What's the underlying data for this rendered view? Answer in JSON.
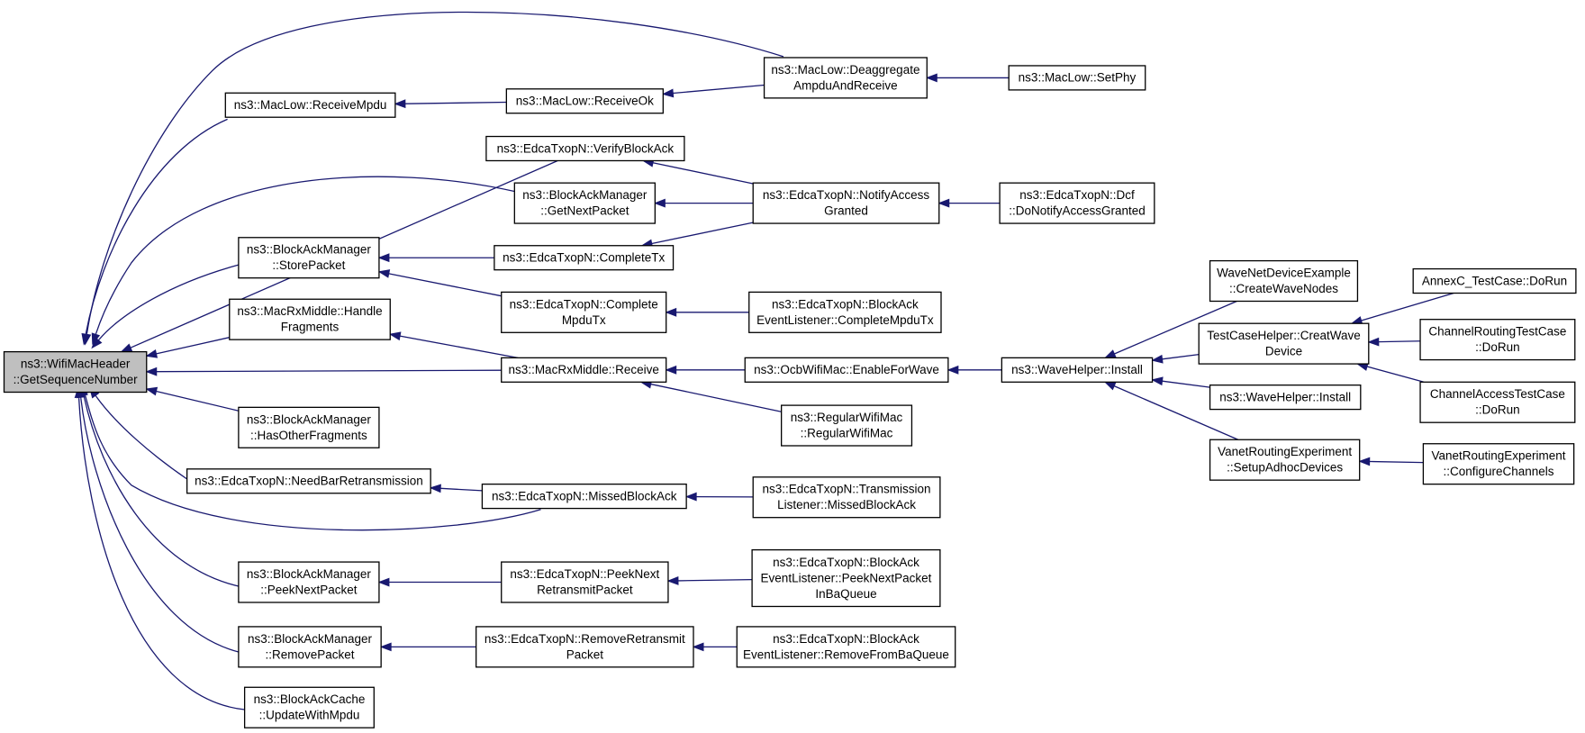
{
  "diagram": {
    "title": "",
    "colors": {
      "edge": "#191970",
      "root_fill": "#bfbfbf",
      "node_fill": "#ffffff",
      "border": "#000000"
    },
    "nodes": [
      {
        "id": "root",
        "lines": [
          "ns3::WifiMacHeader",
          "::GetSequenceNumber"
        ],
        "root": true
      },
      {
        "id": "receiveMpdu",
        "lines": [
          "ns3::MacLow::ReceiveMpdu"
        ]
      },
      {
        "id": "receiveOk",
        "lines": [
          "ns3::MacLow::ReceiveOk"
        ]
      },
      {
        "id": "deaggregate",
        "lines": [
          "ns3::MacLow::Deaggregate",
          "AmpduAndReceive"
        ]
      },
      {
        "id": "setPhy",
        "lines": [
          "ns3::MacLow::SetPhy"
        ]
      },
      {
        "id": "verifyBlockAck",
        "lines": [
          "ns3::EdcaTxopN::VerifyBlockAck"
        ]
      },
      {
        "id": "getNextPacket",
        "lines": [
          "ns3::BlockAckManager",
          "::GetNextPacket"
        ]
      },
      {
        "id": "notifyAccess",
        "lines": [
          "ns3::EdcaTxopN::NotifyAccess",
          "Granted"
        ]
      },
      {
        "id": "dcfNotify",
        "lines": [
          "ns3::EdcaTxopN::Dcf",
          "::DoNotifyAccessGranted"
        ]
      },
      {
        "id": "storePacket",
        "lines": [
          "ns3::BlockAckManager",
          "::StorePacket"
        ]
      },
      {
        "id": "completeTx",
        "lines": [
          "ns3::EdcaTxopN::CompleteTx"
        ]
      },
      {
        "id": "completeMpduTx",
        "lines": [
          "ns3::EdcaTxopN::Complete",
          "MpduTx"
        ]
      },
      {
        "id": "listenerCompleteMpdu",
        "lines": [
          "ns3::EdcaTxopN::BlockAck",
          "EventListener::CompleteMpduTx"
        ]
      },
      {
        "id": "handleFragments",
        "lines": [
          "ns3::MacRxMiddle::Handle",
          "Fragments"
        ]
      },
      {
        "id": "macRxReceive",
        "lines": [
          "ns3::MacRxMiddle::Receive"
        ]
      },
      {
        "id": "enableForWave",
        "lines": [
          "ns3::OcbWifiMac::EnableForWave"
        ]
      },
      {
        "id": "regularWifiMac",
        "lines": [
          "ns3::RegularWifiMac",
          "::RegularWifiMac"
        ]
      },
      {
        "id": "waveInstall",
        "lines": [
          "ns3::WaveHelper::Install"
        ]
      },
      {
        "id": "createWaveNodes",
        "lines": [
          "WaveNetDeviceExample",
          "::CreateWaveNodes"
        ]
      },
      {
        "id": "creatWaveDevice",
        "lines": [
          "TestCaseHelper::CreatWave",
          "Device"
        ]
      },
      {
        "id": "waveInstall2",
        "lines": [
          "ns3::WaveHelper::Install"
        ]
      },
      {
        "id": "setupAdhoc",
        "lines": [
          "VanetRoutingExperiment",
          "::SetupAdhocDevices"
        ]
      },
      {
        "id": "annexC",
        "lines": [
          "AnnexC_TestCase::DoRun"
        ]
      },
      {
        "id": "channelRouting",
        "lines": [
          "ChannelRoutingTestCase",
          "::DoRun"
        ]
      },
      {
        "id": "channelAccess",
        "lines": [
          "ChannelAccessTestCase",
          "::DoRun"
        ]
      },
      {
        "id": "configureChannels",
        "lines": [
          "VanetRoutingExperiment",
          "::ConfigureChannels"
        ]
      },
      {
        "id": "hasOtherFragments",
        "lines": [
          "ns3::BlockAckManager",
          "::HasOtherFragments"
        ]
      },
      {
        "id": "needBar",
        "lines": [
          "ns3::EdcaTxopN::NeedBarRetransmission"
        ]
      },
      {
        "id": "missedBlockAck",
        "lines": [
          "ns3::EdcaTxopN::MissedBlockAck"
        ]
      },
      {
        "id": "listenerMissed",
        "lines": [
          "ns3::EdcaTxopN::Transmission",
          "Listener::MissedBlockAck"
        ]
      },
      {
        "id": "peekNextPacket",
        "lines": [
          "ns3::BlockAckManager",
          "::PeekNextPacket"
        ]
      },
      {
        "id": "peekNextRetransmit",
        "lines": [
          "ns3::EdcaTxopN::PeekNext",
          "RetransmitPacket"
        ]
      },
      {
        "id": "listenerPeek",
        "lines": [
          "ns3::EdcaTxopN::BlockAck",
          "EventListener::PeekNextPacket",
          "InBaQueue"
        ]
      },
      {
        "id": "removePacket",
        "lines": [
          "ns3::BlockAckManager",
          "::RemovePacket"
        ]
      },
      {
        "id": "removeRetransmit",
        "lines": [
          "ns3::EdcaTxopN::RemoveRetransmit",
          "Packet"
        ]
      },
      {
        "id": "listenerRemove",
        "lines": [
          "ns3::EdcaTxopN::BlockAck",
          "EventListener::RemoveFromBaQueue"
        ]
      },
      {
        "id": "updateWithMpdu",
        "lines": [
          "ns3::BlockAckCache",
          "::UpdateWithMpdu"
        ]
      }
    ],
    "edges": [
      {
        "from": "deaggregate",
        "to": "root"
      },
      {
        "from": "receiveMpdu",
        "to": "root"
      },
      {
        "from": "receiveOk",
        "to": "receiveMpdu"
      },
      {
        "from": "deaggregate",
        "to": "receiveOk"
      },
      {
        "from": "setPhy",
        "to": "deaggregate"
      },
      {
        "from": "verifyBlockAck",
        "to": "root"
      },
      {
        "from": "notifyAccess",
        "to": "verifyBlockAck"
      },
      {
        "from": "getNextPacket",
        "to": "root"
      },
      {
        "from": "notifyAccess",
        "to": "getNextPacket"
      },
      {
        "from": "dcfNotify",
        "to": "notifyAccess"
      },
      {
        "from": "storePacket",
        "to": "root"
      },
      {
        "from": "completeTx",
        "to": "storePacket"
      },
      {
        "from": "notifyAccess",
        "to": "completeTx"
      },
      {
        "from": "completeMpduTx",
        "to": "storePacket"
      },
      {
        "from": "listenerCompleteMpdu",
        "to": "completeMpduTx"
      },
      {
        "from": "handleFragments",
        "to": "root"
      },
      {
        "from": "macRxReceive",
        "to": "handleFragments"
      },
      {
        "from": "macRxReceive",
        "to": "root"
      },
      {
        "from": "enableForWave",
        "to": "macRxReceive"
      },
      {
        "from": "regularWifiMac",
        "to": "macRxReceive"
      },
      {
        "from": "waveInstall",
        "to": "enableForWave"
      },
      {
        "from": "createWaveNodes",
        "to": "waveInstall"
      },
      {
        "from": "creatWaveDevice",
        "to": "waveInstall"
      },
      {
        "from": "waveInstall2",
        "to": "waveInstall"
      },
      {
        "from": "setupAdhoc",
        "to": "waveInstall"
      },
      {
        "from": "annexC",
        "to": "creatWaveDevice"
      },
      {
        "from": "channelRouting",
        "to": "creatWaveDevice"
      },
      {
        "from": "channelAccess",
        "to": "creatWaveDevice"
      },
      {
        "from": "configureChannels",
        "to": "setupAdhoc"
      },
      {
        "from": "hasOtherFragments",
        "to": "root"
      },
      {
        "from": "needBar",
        "to": "root"
      },
      {
        "from": "missedBlockAck",
        "to": "needBar"
      },
      {
        "from": "missedBlockAck",
        "to": "root"
      },
      {
        "from": "listenerMissed",
        "to": "missedBlockAck"
      },
      {
        "from": "peekNextPacket",
        "to": "root"
      },
      {
        "from": "peekNextRetransmit",
        "to": "peekNextPacket"
      },
      {
        "from": "listenerPeek",
        "to": "peekNextRetransmit"
      },
      {
        "from": "removePacket",
        "to": "root"
      },
      {
        "from": "removeRetransmit",
        "to": "removePacket"
      },
      {
        "from": "listenerRemove",
        "to": "removeRetransmit"
      },
      {
        "from": "updateWithMpdu",
        "to": "root"
      }
    ]
  }
}
